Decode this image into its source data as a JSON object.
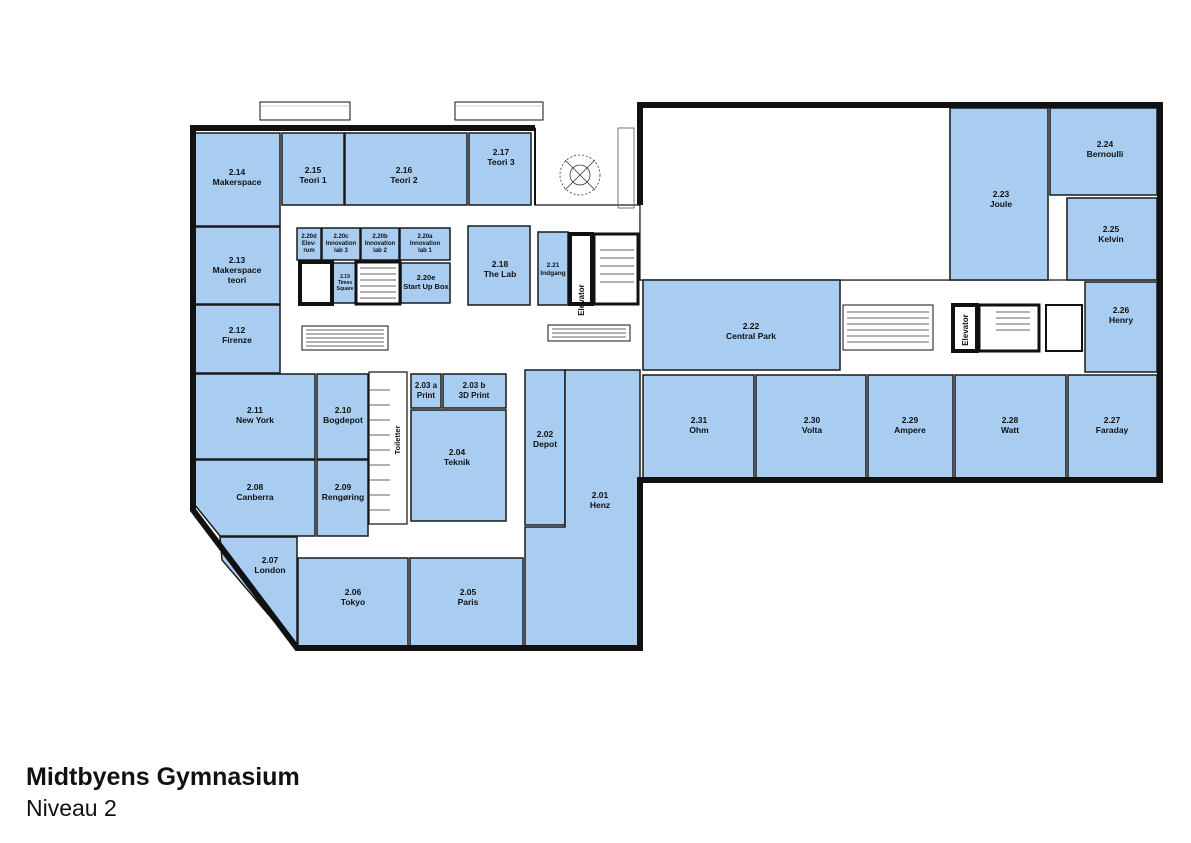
{
  "footer": {
    "title": "Midtbyens Gymnasium",
    "subtitle": "Niveau 2"
  },
  "colors": {
    "room_fill": "#a8cdf0",
    "wall": "#111111",
    "corridor": "#ffffff"
  },
  "rooms": [
    {
      "id": "2.14",
      "number": "2.14",
      "name": "Makerspace"
    },
    {
      "id": "2.13",
      "number": "2.13",
      "name": "Makerspace",
      "name2": "teori"
    },
    {
      "id": "2.12",
      "number": "2.12",
      "name": "Firenze"
    },
    {
      "id": "2.11",
      "number": "2.11",
      "name": "New York"
    },
    {
      "id": "2.10",
      "number": "2.10",
      "name": "Bogdepot"
    },
    {
      "id": "2.09",
      "number": "2.09",
      "name": "Rengøring"
    },
    {
      "id": "2.08",
      "number": "2.08",
      "name": "Canberra"
    },
    {
      "id": "2.07",
      "number": "2.07",
      "name": "London"
    },
    {
      "id": "2.06",
      "number": "2.06",
      "name": "Tokyo"
    },
    {
      "id": "2.05",
      "number": "2.05",
      "name": "Paris"
    },
    {
      "id": "2.04",
      "number": "2.04",
      "name": "Teknik"
    },
    {
      "id": "2.03a",
      "number": "2.03 a",
      "name": "Print"
    },
    {
      "id": "2.03b",
      "number": "2.03 b",
      "name": "3D Print"
    },
    {
      "id": "2.02",
      "number": "2.02",
      "name": "Depot"
    },
    {
      "id": "2.01",
      "number": "2.01",
      "name": "Henz"
    },
    {
      "id": "2.15",
      "number": "2.15",
      "name": "Teori 1"
    },
    {
      "id": "2.16",
      "number": "2.16",
      "name": "Teori 2"
    },
    {
      "id": "2.17",
      "number": "2.17",
      "name": "Teori 3"
    },
    {
      "id": "2.18",
      "number": "2.18",
      "name": "The Lab"
    },
    {
      "id": "2.21",
      "number": "2.21",
      "name": "Indgang"
    },
    {
      "id": "2.20d",
      "number": "2.20d",
      "name": "Elev-",
      "name2": "rum"
    },
    {
      "id": "2.20c",
      "number": "2.20c",
      "name": "Innovation",
      "name2": "lab 3"
    },
    {
      "id": "2.20b",
      "number": "2.20b",
      "name": "Innovation",
      "name2": "lab 2"
    },
    {
      "id": "2.20a",
      "number": "2.20a",
      "name": "Innovation",
      "name2": "lab 1"
    },
    {
      "id": "2.19",
      "number": "2.19",
      "name": "Times",
      "name2": "Square"
    },
    {
      "id": "2.20e",
      "number": "2.20e",
      "name": "Start Up Box"
    },
    {
      "id": "2.22",
      "number": "2.22",
      "name": "Central Park"
    },
    {
      "id": "2.23",
      "number": "2.23",
      "name": "Joule"
    },
    {
      "id": "2.24",
      "number": "2.24",
      "name": "Bernoulli"
    },
    {
      "id": "2.25",
      "number": "2.25",
      "name": "Kelvin"
    },
    {
      "id": "2.26",
      "number": "2.26",
      "name": "Henry"
    },
    {
      "id": "2.27",
      "number": "2.27",
      "name": "Faraday"
    },
    {
      "id": "2.28",
      "number": "2.28",
      "name": "Watt"
    },
    {
      "id": "2.29",
      "number": "2.29",
      "name": "Ampere"
    },
    {
      "id": "2.30",
      "number": "2.30",
      "name": "Volta"
    },
    {
      "id": "2.31",
      "number": "2.31",
      "name": "Ohm"
    }
  ],
  "labels": {
    "elevator_1": "Elevator",
    "elevator_2": "Elevator",
    "toilets": "Toiletter"
  }
}
